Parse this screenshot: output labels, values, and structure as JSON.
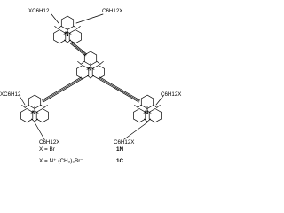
{
  "structure": {
    "substituent_label": "C6H12X",
    "substituent_label_prefixed": "XC6H12",
    "core_atom": "N"
  },
  "legend": {
    "row1": {
      "definition": "X = Br",
      "compound": "1N"
    },
    "row2": {
      "definition": "X = N⁺ (CH₃)₃Br⁻",
      "compound": "1C"
    }
  },
  "colors": {
    "ink": "#000000",
    "background": "#ffffff"
  }
}
